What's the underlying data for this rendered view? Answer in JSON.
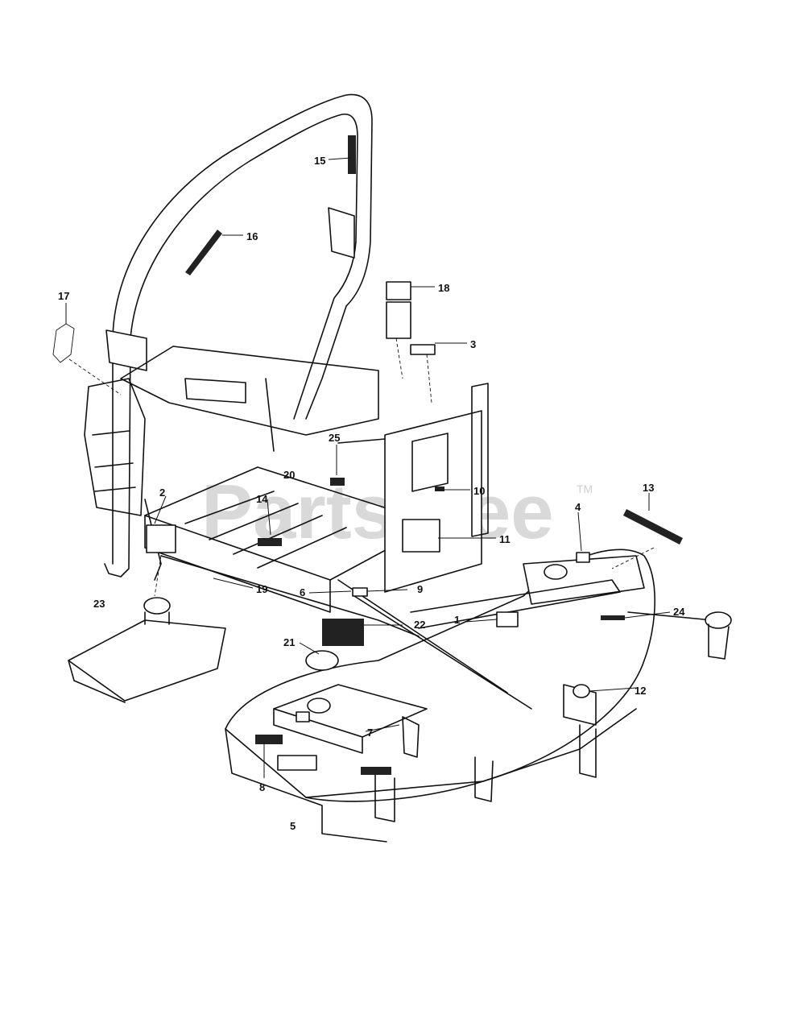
{
  "watermark": {
    "text": "PartsTree",
    "tm": "TM"
  },
  "callouts": [
    {
      "id": "c1",
      "label": "1"
    },
    {
      "id": "c2",
      "label": "2"
    },
    {
      "id": "c3",
      "label": "3"
    },
    {
      "id": "c4",
      "label": "4"
    },
    {
      "id": "c5",
      "label": "5"
    },
    {
      "id": "c6",
      "label": "6"
    },
    {
      "id": "c7",
      "label": "7"
    },
    {
      "id": "c8",
      "label": "8"
    },
    {
      "id": "c9",
      "label": "9"
    },
    {
      "id": "c10",
      "label": "10"
    },
    {
      "id": "c11",
      "label": "11"
    },
    {
      "id": "c12",
      "label": "12"
    },
    {
      "id": "c13",
      "label": "13"
    },
    {
      "id": "c14",
      "label": "14"
    },
    {
      "id": "c15",
      "label": "15"
    },
    {
      "id": "c16",
      "label": "16"
    },
    {
      "id": "c17",
      "label": "17"
    },
    {
      "id": "c18",
      "label": "18"
    },
    {
      "id": "c19",
      "label": "19"
    },
    {
      "id": "c20",
      "label": "20"
    },
    {
      "id": "c21",
      "label": "21"
    },
    {
      "id": "c22",
      "label": "22"
    },
    {
      "id": "c23",
      "label": "23"
    },
    {
      "id": "c24",
      "label": "24"
    },
    {
      "id": "c25",
      "label": "25"
    }
  ]
}
